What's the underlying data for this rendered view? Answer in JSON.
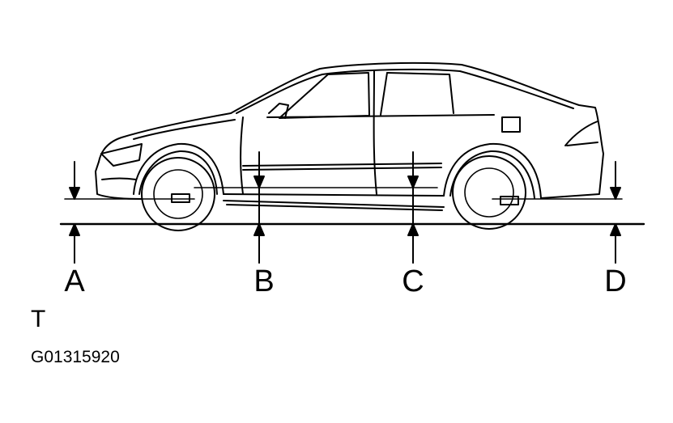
{
  "points": [
    "A",
    "B",
    "C",
    "D"
  ],
  "caption": "T",
  "figure_code": "G01315920",
  "colors": {
    "ink": "#000000",
    "paper": "#ffffff"
  }
}
